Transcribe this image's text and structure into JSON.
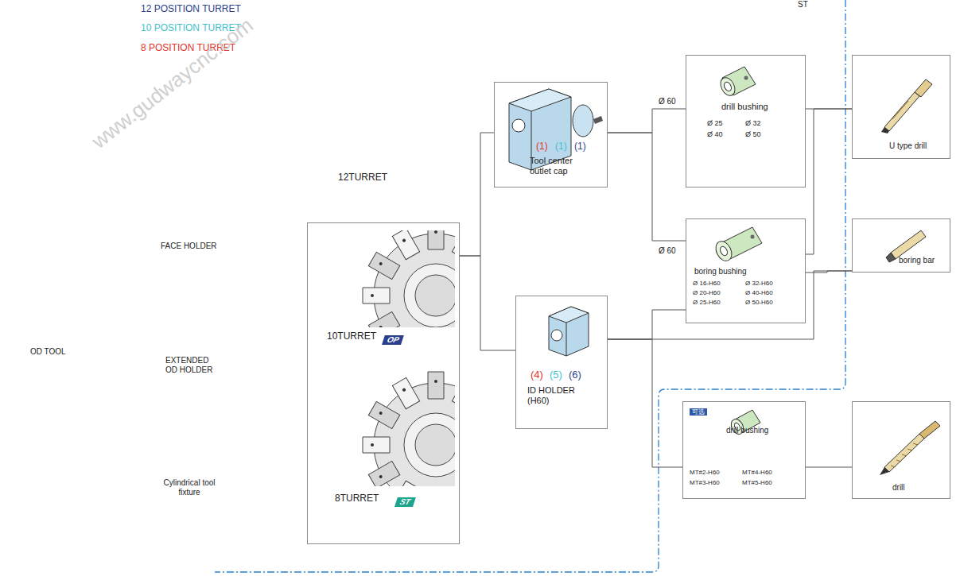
{
  "diagram": {
    "nodes": [
      {
        "text": [
          "12TURRET",
          "10TURRET",
          "8TURRET"
        ]
      },
      {
        "text": [
          "(1)",
          "(1)",
          "(1)",
          "Tool center outlet cap"
        ]
      },
      {
        "text": [
          "(4)",
          "(5)",
          "(6)",
          "ID HOLDER (H60)"
        ]
      },
      {
        "text": [
          "drill bushing",
          "Ø 25",
          "Ø 32",
          "Ø 40",
          "Ø 50"
        ]
      },
      {
        "text": [
          "boring bushing",
          "Ø 16-H60",
          "Ø 32-H60",
          "Ø 20-H60",
          "Ø 40-H60",
          "Ø 25-H60",
          "Ø 50-H60"
        ]
      },
      {
        "text": [
          "可选",
          "drill bushing",
          "MT#2-H60",
          "MT#4-H60",
          "MT#3-H60",
          "MT#5-H60"
        ]
      },
      {
        "text": [
          "U type drill"
        ]
      },
      {
        "text": [
          "boring bar"
        ]
      },
      {
        "text": [
          "drill"
        ]
      }
    ],
    "edges": [
      {
        "from": 0,
        "to": 1,
        "arrow": "none"
      },
      {
        "from": 0,
        "to": 2,
        "arrow": "none"
      },
      {
        "from": 1,
        "to": 3,
        "label": "Ø 60",
        "arrow": "none"
      },
      {
        "from": 1,
        "to": 4,
        "label": "Ø 60",
        "arrow": "none"
      },
      {
        "from": 2,
        "to": 4,
        "arrow": "none"
      },
      {
        "from": 2,
        "to": 5,
        "arrow": "none"
      },
      {
        "from": 3,
        "to": 6,
        "arrow": "none"
      },
      {
        "from": 4,
        "to": 6,
        "arrow": "none"
      },
      {
        "from": 4,
        "to": 7,
        "arrow": "none"
      },
      {
        "from": 2,
        "to": 7,
        "arrow": "none"
      },
      {
        "from": 5,
        "to": 8,
        "arrow": "none"
      }
    ],
    "labels": [
      "ST",
      "OD TOOL",
      "FACE HOLDER",
      "EXTENDED OD HOLDER",
      "Cylindrical tool fixture",
      "OP",
      "ST",
      "www.gudwaycnc.com"
    ],
    "legend": [
      {
        "text": "12 POSITION TURRET",
        "color": "#2b3f8c"
      },
      {
        "text": "10 POSITION TURRET",
        "color": "#3fbfcc"
      },
      {
        "text": "8 POSITION TURRET",
        "color": "#e3332a"
      }
    ]
  }
}
